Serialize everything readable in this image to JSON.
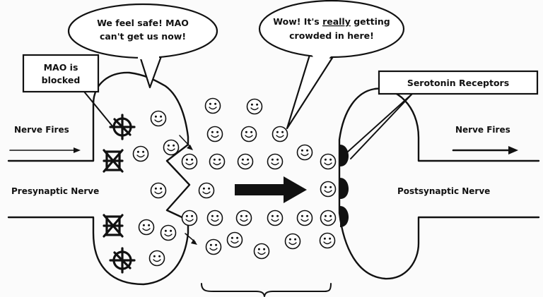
{
  "labels": {
    "mao_blocked": [
      "MAO is",
      "blocked"
    ],
    "nerve_fires_left": "Nerve Fires",
    "nerve_fires_right": "Nerve Fires",
    "presynaptic": "Presynaptic Nerve",
    "postsynaptic": "Postsynaptic Nerve",
    "serotonin_receptors": "Serotonin Receptors"
  },
  "speech_bubbles": {
    "left": [
      "We feel safe! MAO",
      "can't get us now!"
    ],
    "right_line1_prefix": "Wow! It's ",
    "right_line1_underlined": "really",
    "right_line1_suffix": " getting",
    "right_line2": "crowded in here!"
  },
  "colors": {
    "ink": "#111111",
    "paper": "#ffffff",
    "background": "#fbfbfb"
  },
  "icons": {
    "serotonin_molecule": "smiley-face-icon",
    "blocked_mao_enzyme": "crossed-enzyme-icon",
    "signal_arrow": "bold-arrow-right-icon",
    "receptor": "receptor-bump-icon"
  }
}
